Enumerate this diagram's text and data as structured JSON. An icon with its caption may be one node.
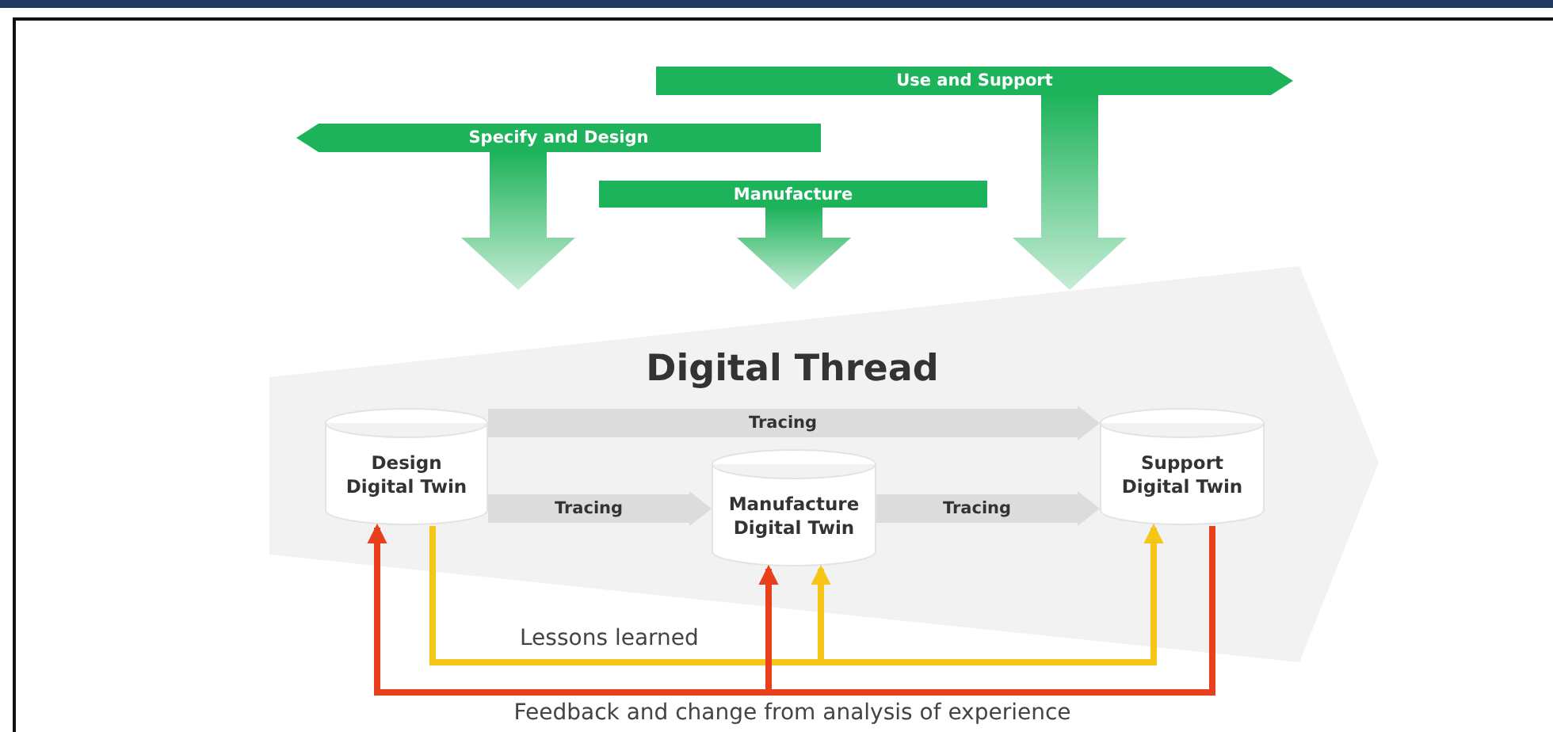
{
  "diagram": {
    "nodes": [
      {
        "text": [
          "Use and Support"
        ]
      },
      {
        "text": [
          "Specify and Design"
        ]
      },
      {
        "text": [
          "Manufacture"
        ]
      },
      {
        "text": [
          "Digital Thread"
        ]
      },
      {
        "text": [
          "Design Digital Twin"
        ],
        "in": 3
      },
      {
        "text": [
          "Manufacture Digital Twin"
        ],
        "in": 3
      },
      {
        "text": [
          "Support Digital Twin"
        ],
        "in": 3
      }
    ],
    "edges": [
      {
        "from": 1,
        "to": 3,
        "arrow": "to",
        "style": "thick",
        "color": "#1db35a"
      },
      {
        "from": 2,
        "to": 3,
        "arrow": "to",
        "style": "thick",
        "color": "#1db35a"
      },
      {
        "from": 0,
        "to": 3,
        "arrow": "to",
        "style": "thick",
        "color": "#1db35a"
      },
      {
        "from": 4,
        "to": 6,
        "arrow": "to",
        "label": "Tracing",
        "style": "thick",
        "color": "#dcdcdc"
      },
      {
        "from": 4,
        "to": 5,
        "arrow": "to",
        "label": "Tracing",
        "style": "thick",
        "color": "#dcdcdc"
      },
      {
        "from": 5,
        "to": 6,
        "arrow": "to",
        "label": "Tracing",
        "style": "thick",
        "color": "#dcdcdc"
      },
      {
        "from": 4,
        "to": 6,
        "arrow": "to",
        "label": "Lessons learned",
        "color": "#f5c518"
      },
      {
        "from": 4,
        "to": 5,
        "arrow": "to",
        "color": "#f5c518"
      },
      {
        "from": 6,
        "to": 4,
        "arrow": "to",
        "label": "Feedback and change from analysis of experience",
        "color": "#e8401c"
      },
      {
        "from": 6,
        "to": 5,
        "arrow": "to",
        "color": "#e8401c"
      }
    ]
  }
}
